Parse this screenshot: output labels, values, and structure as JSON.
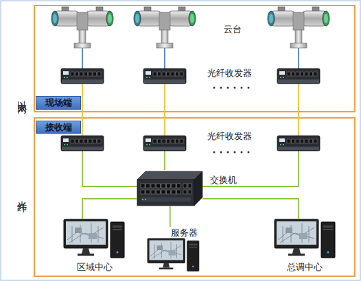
{
  "diagram": {
    "nodes": [
      {
        "text": [
          "现场端"
        ]
      },
      {
        "text": [
          "接收端"
        ]
      },
      {
        "text": [
          "交换机"
        ]
      },
      {
        "text": [
          "服务器"
        ]
      },
      {
        "text": [
          "区域中心"
        ]
      },
      {
        "text": [
          "总调中心"
        ]
      }
    ],
    "edges": [
      {
        "from": 2,
        "to": 3,
        "arrow": "none"
      },
      {
        "from": 2,
        "to": 4,
        "arrow": "none"
      },
      {
        "from": 2,
        "to": 5,
        "arrow": "none"
      }
    ],
    "labels": [
      "以太网",
      "光纤",
      "云台",
      "光纤收发器",
      "光纤收发器"
    ]
  }
}
